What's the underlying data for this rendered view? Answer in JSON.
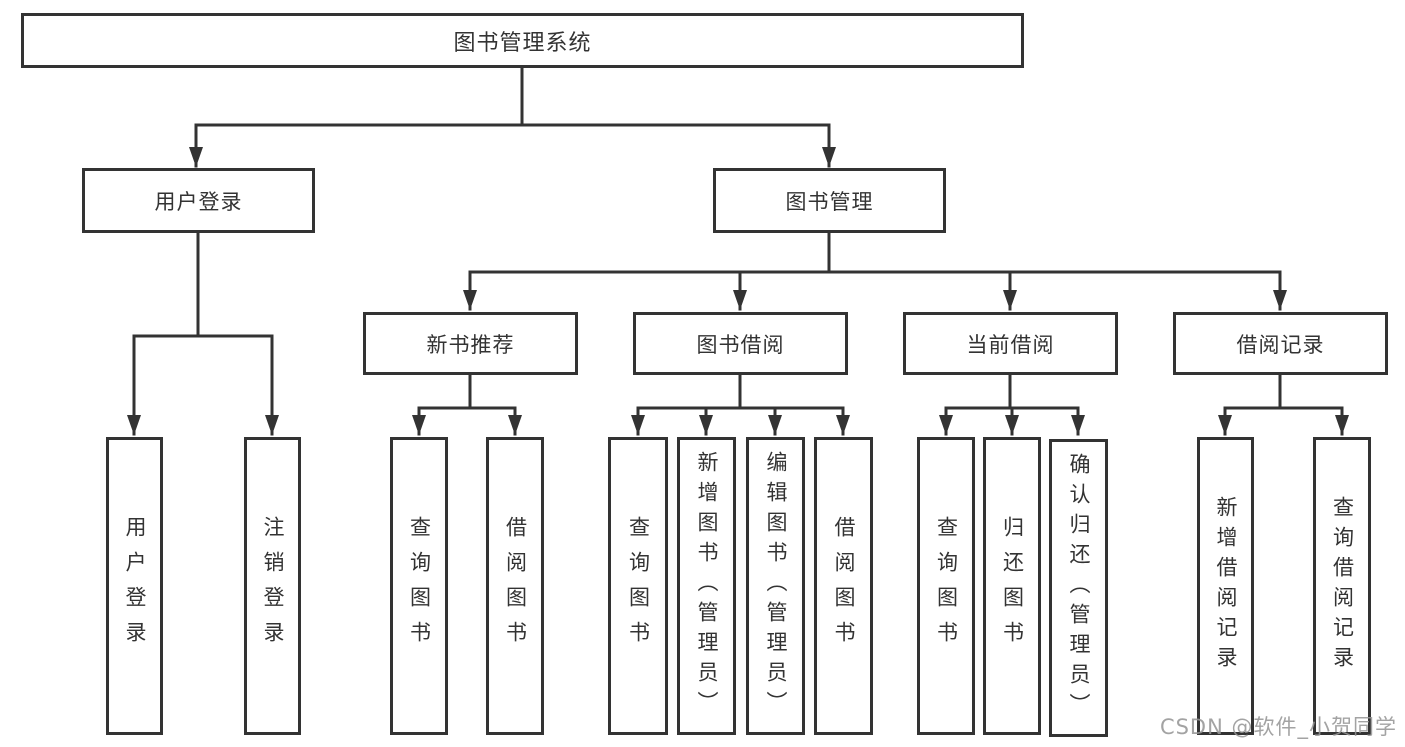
{
  "tree": {
    "label": "图书管理系统",
    "children": [
      {
        "label": "用户登录",
        "children": [
          {
            "label": "用户登录"
          },
          {
            "label": "注销登录"
          }
        ]
      },
      {
        "label": "图书管理",
        "children": [
          {
            "label": "新书推荐",
            "children": [
              {
                "label": "查询图书"
              },
              {
                "label": "借阅图书"
              }
            ]
          },
          {
            "label": "图书借阅",
            "children": [
              {
                "label": "查询图书"
              },
              {
                "label": "新增图书（管理员）"
              },
              {
                "label": "编辑图书（管理员）"
              },
              {
                "label": "借阅图书"
              }
            ]
          },
          {
            "label": "当前借阅",
            "children": [
              {
                "label": "查询图书"
              },
              {
                "label": "归还图书"
              },
              {
                "label": "确认归还（管理员）"
              }
            ]
          },
          {
            "label": "借阅记录",
            "children": [
              {
                "label": "新增借阅记录"
              },
              {
                "label": "查询借阅记录"
              }
            ]
          }
        ]
      }
    ]
  },
  "watermark": {
    "text": "CSDN @软件_小贺同学"
  },
  "colors": {
    "line": "#333333",
    "text": "#333333",
    "box_background": "#ffffff",
    "watermark": "#969696",
    "background": "#ffffff"
  }
}
